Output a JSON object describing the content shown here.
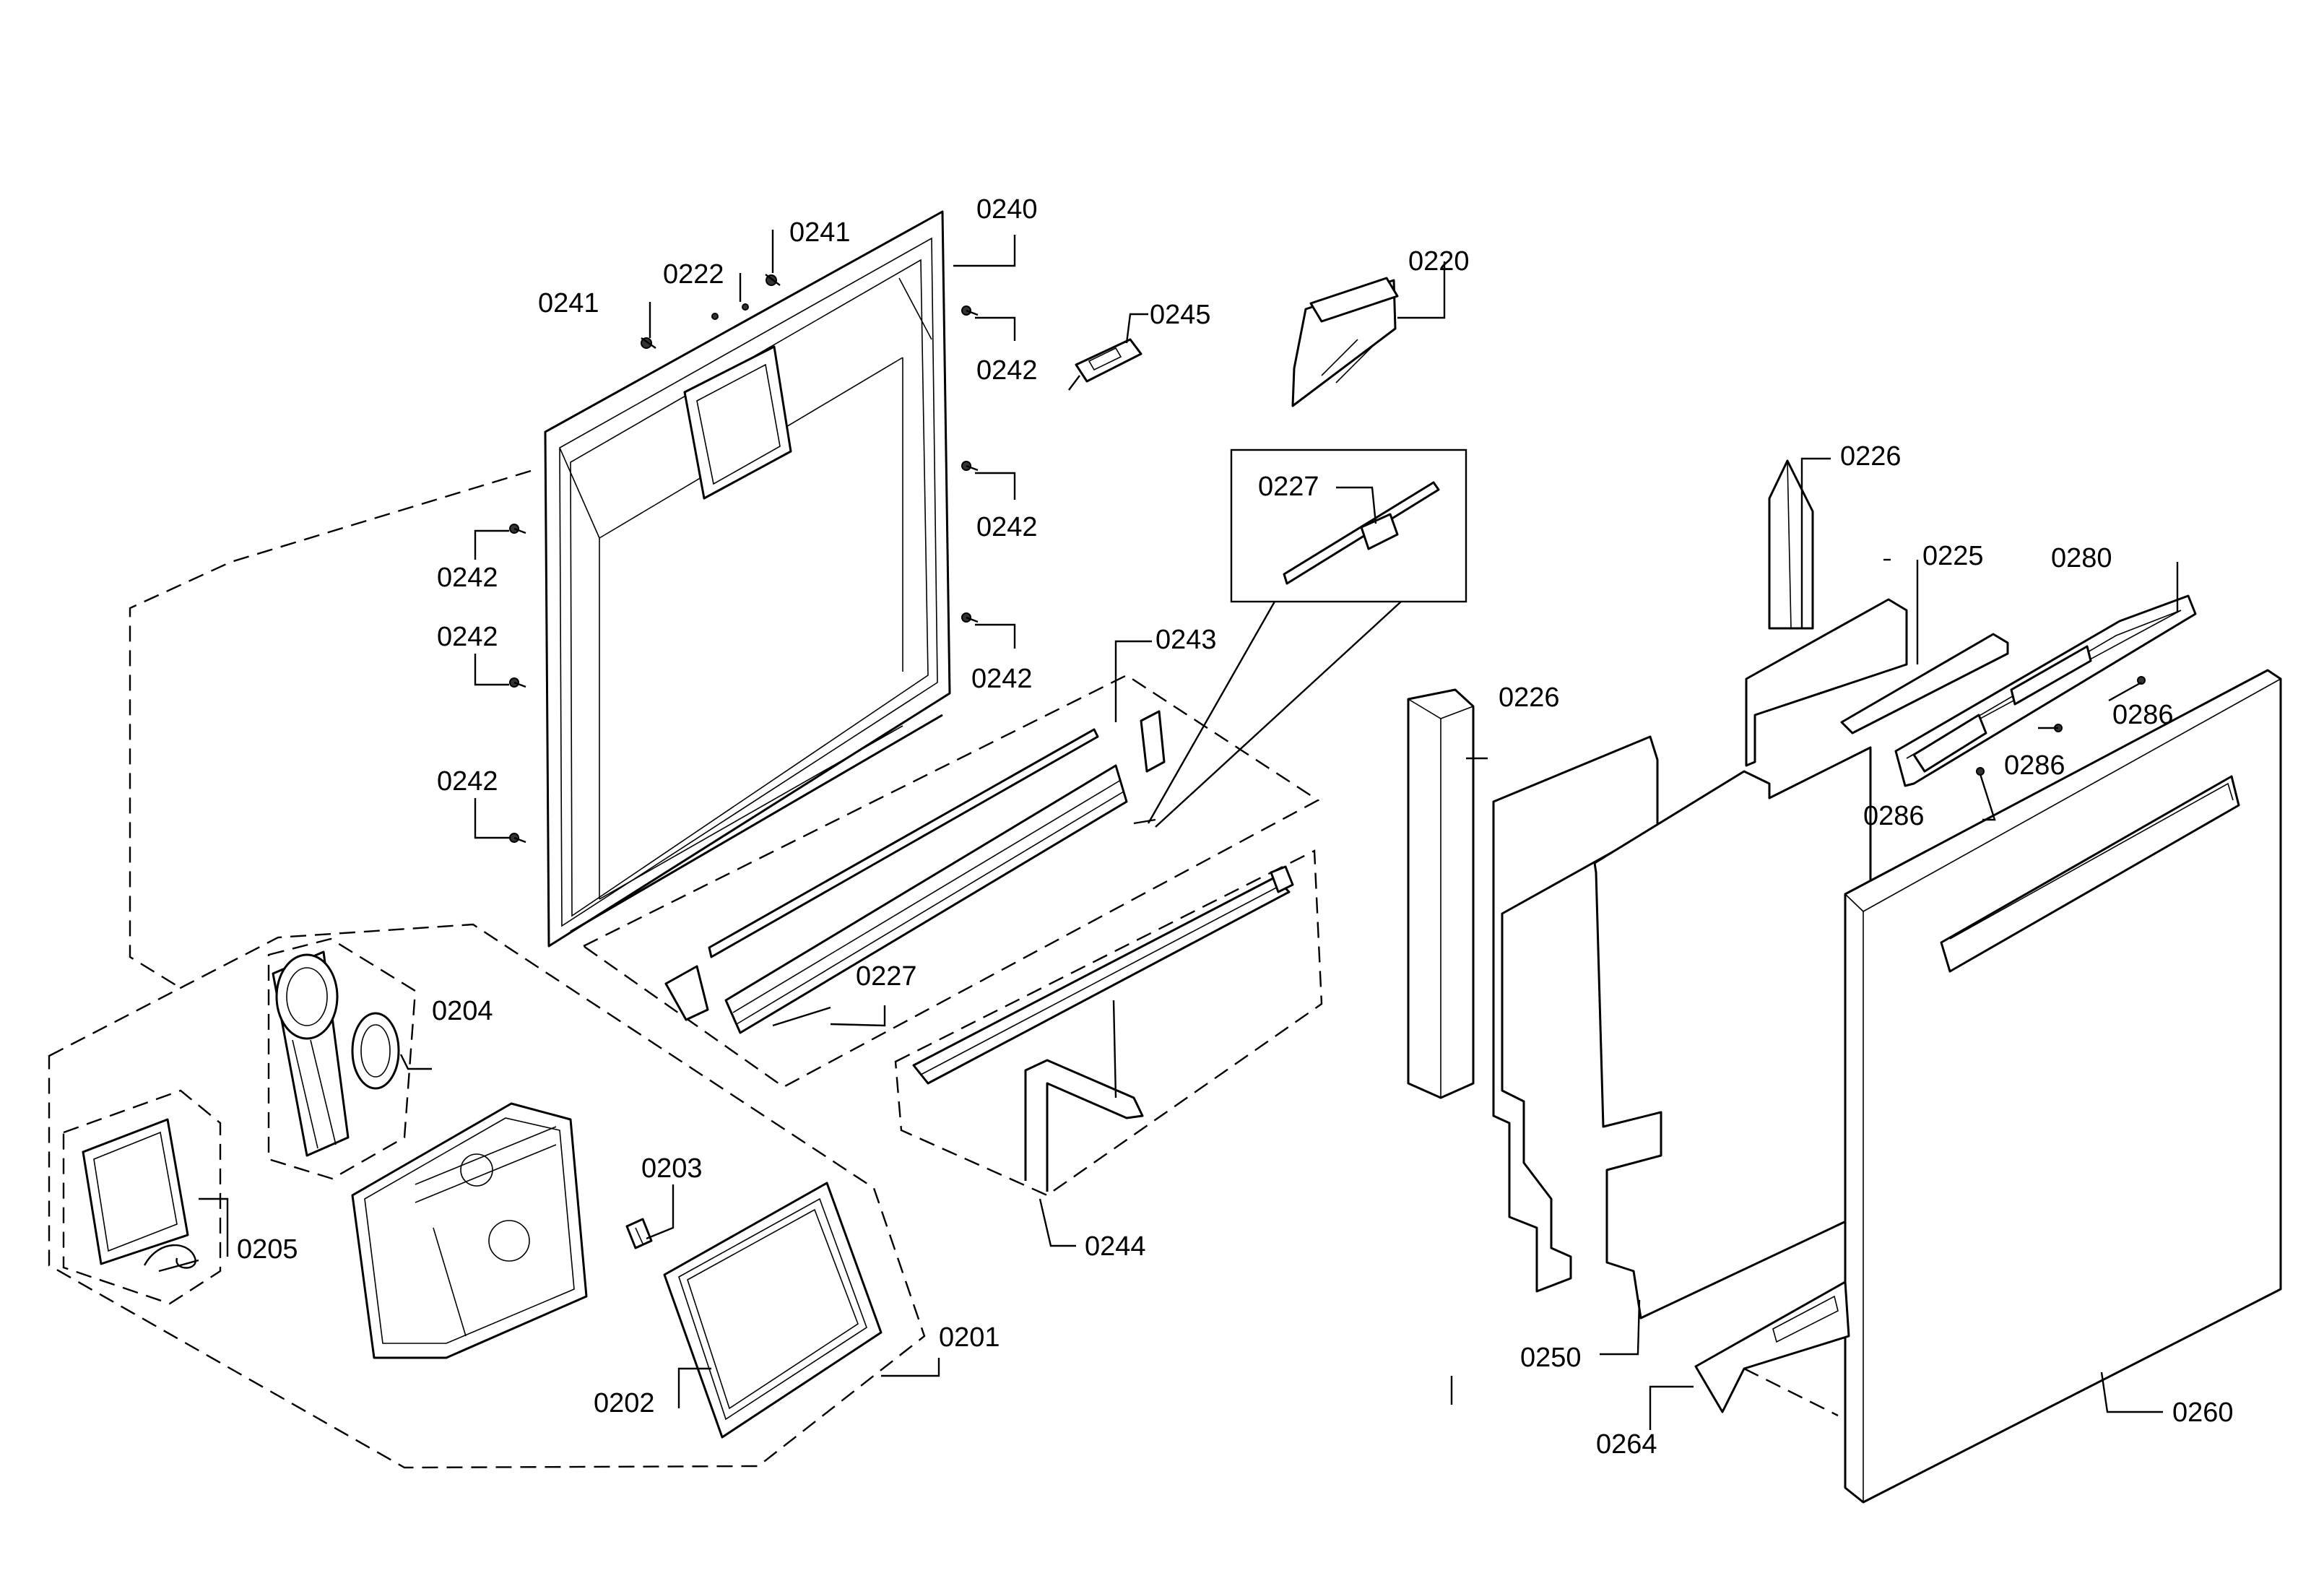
{
  "callouts": [
    {
      "id": "c0240",
      "text": "0240"
    },
    {
      "id": "c0241a",
      "text": "0241"
    },
    {
      "id": "c0222",
      "text": "0222"
    },
    {
      "id": "c0241b",
      "text": "0241"
    },
    {
      "id": "c0242a",
      "text": "0242"
    },
    {
      "id": "c0245",
      "text": "0245"
    },
    {
      "id": "c0220",
      "text": "0220"
    },
    {
      "id": "c0242b",
      "text": "0242"
    },
    {
      "id": "c0242c",
      "text": "0242"
    },
    {
      "id": "c0242d",
      "text": "0242"
    },
    {
      "id": "c0242e",
      "text": "0242"
    },
    {
      "id": "c0242f",
      "text": "0242"
    },
    {
      "id": "c0227a",
      "text": "0227"
    },
    {
      "id": "c0243",
      "text": "0243"
    },
    {
      "id": "c0226a",
      "text": "0226"
    },
    {
      "id": "c0225",
      "text": "0225"
    },
    {
      "id": "c0280",
      "text": "0280"
    },
    {
      "id": "c0226b",
      "text": "0226"
    },
    {
      "id": "c0286a",
      "text": "0286"
    },
    {
      "id": "c0286b",
      "text": "0286"
    },
    {
      "id": "c0286c",
      "text": "0286"
    },
    {
      "id": "c0227b",
      "text": "0227"
    },
    {
      "id": "c0204",
      "text": "0204"
    },
    {
      "id": "c0203",
      "text": "0203"
    },
    {
      "id": "c0205",
      "text": "0205"
    },
    {
      "id": "c0244",
      "text": "0244"
    },
    {
      "id": "c0201",
      "text": "0201"
    },
    {
      "id": "c0202",
      "text": "0202"
    },
    {
      "id": "c0250",
      "text": "0250"
    },
    {
      "id": "c0264",
      "text": "0264"
    },
    {
      "id": "c0260",
      "text": "0260"
    }
  ]
}
